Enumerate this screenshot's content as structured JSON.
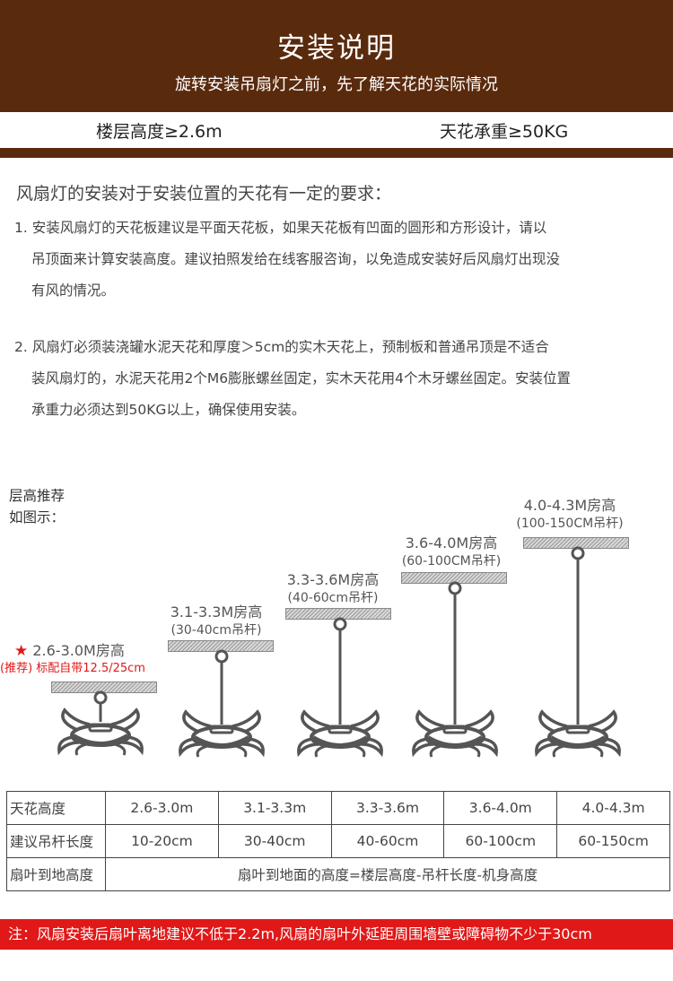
{
  "header": {
    "title": "安装说明",
    "subtitle": "旋转安装吊扇灯之前，先了解天花的实际情况"
  },
  "specs": {
    "floor_height": "楼层高度≥2.6m",
    "ceiling_load": "天花承重≥50KG"
  },
  "intro": "风扇灯的安装对于安装位置的天花有一定的要求：",
  "paragraphs": [
    {
      "lines": [
        "1. 安装风扇灯的天花板建议是平面天花板，如果天花板有凹面的圆形和方形设计，请以",
        "吊顶面来计算安装高度。建议拍照发给在线客服咨询，以免造成安装好后风扇灯出现没",
        "有风的情况。"
      ]
    },
    {
      "lines": [
        "2. 风扇灯必须装浇罐水泥天花和厚度＞5cm的实木天花上，预制板和普通吊顶是不适合",
        "装风扇灯的，水泥天花用2个M6膨胀螺丝固定，实木天花用4个木牙螺丝固定。安装位置",
        "承重力必须达到50KG以上，确保使用安装。"
      ]
    }
  ],
  "recommend": {
    "line1": "层高推荐",
    "line2": "如图示："
  },
  "diagram": {
    "star_icon": "star-icon",
    "fan_icon": "ceiling-fan-icon",
    "accent_color": "#e01818",
    "levels": [
      {
        "height": "2.6-3.0M房高",
        "rod": "(推荐) 标配自带12.5/25cm"
      },
      {
        "height": "3.1-3.3M房高",
        "rod": "(30-40cm吊杆)"
      },
      {
        "height": "3.3-3.6M房高",
        "rod": "(40-60cm吊杆)"
      },
      {
        "height": "3.6-4.0M房高",
        "rod": "(60-100CM吊杆)"
      },
      {
        "height": "4.0-4.3M房高",
        "rod": "(100-150CM吊杆)"
      }
    ]
  },
  "table": {
    "rows": [
      {
        "header": "天花高度",
        "cells": [
          "2.6-3.0m",
          "3.1-3.3m",
          "3.3-3.6m",
          "3.6-4.0m",
          "4.0-4.3m"
        ]
      },
      {
        "header": "建议吊杆长度",
        "cells": [
          "10-20cm",
          "30-40cm",
          "40-60cm",
          "60-100cm",
          "60-150cm"
        ]
      }
    ],
    "formula_header": "扇叶到地高度",
    "formula": "扇叶到地面的高度=楼层高度-吊杆长度-机身高度"
  },
  "note": "注：风扇安装后扇叶离地建议不低于2.2m,风扇的扇叶外延距周围墙壁或障碍物不少于30cm"
}
